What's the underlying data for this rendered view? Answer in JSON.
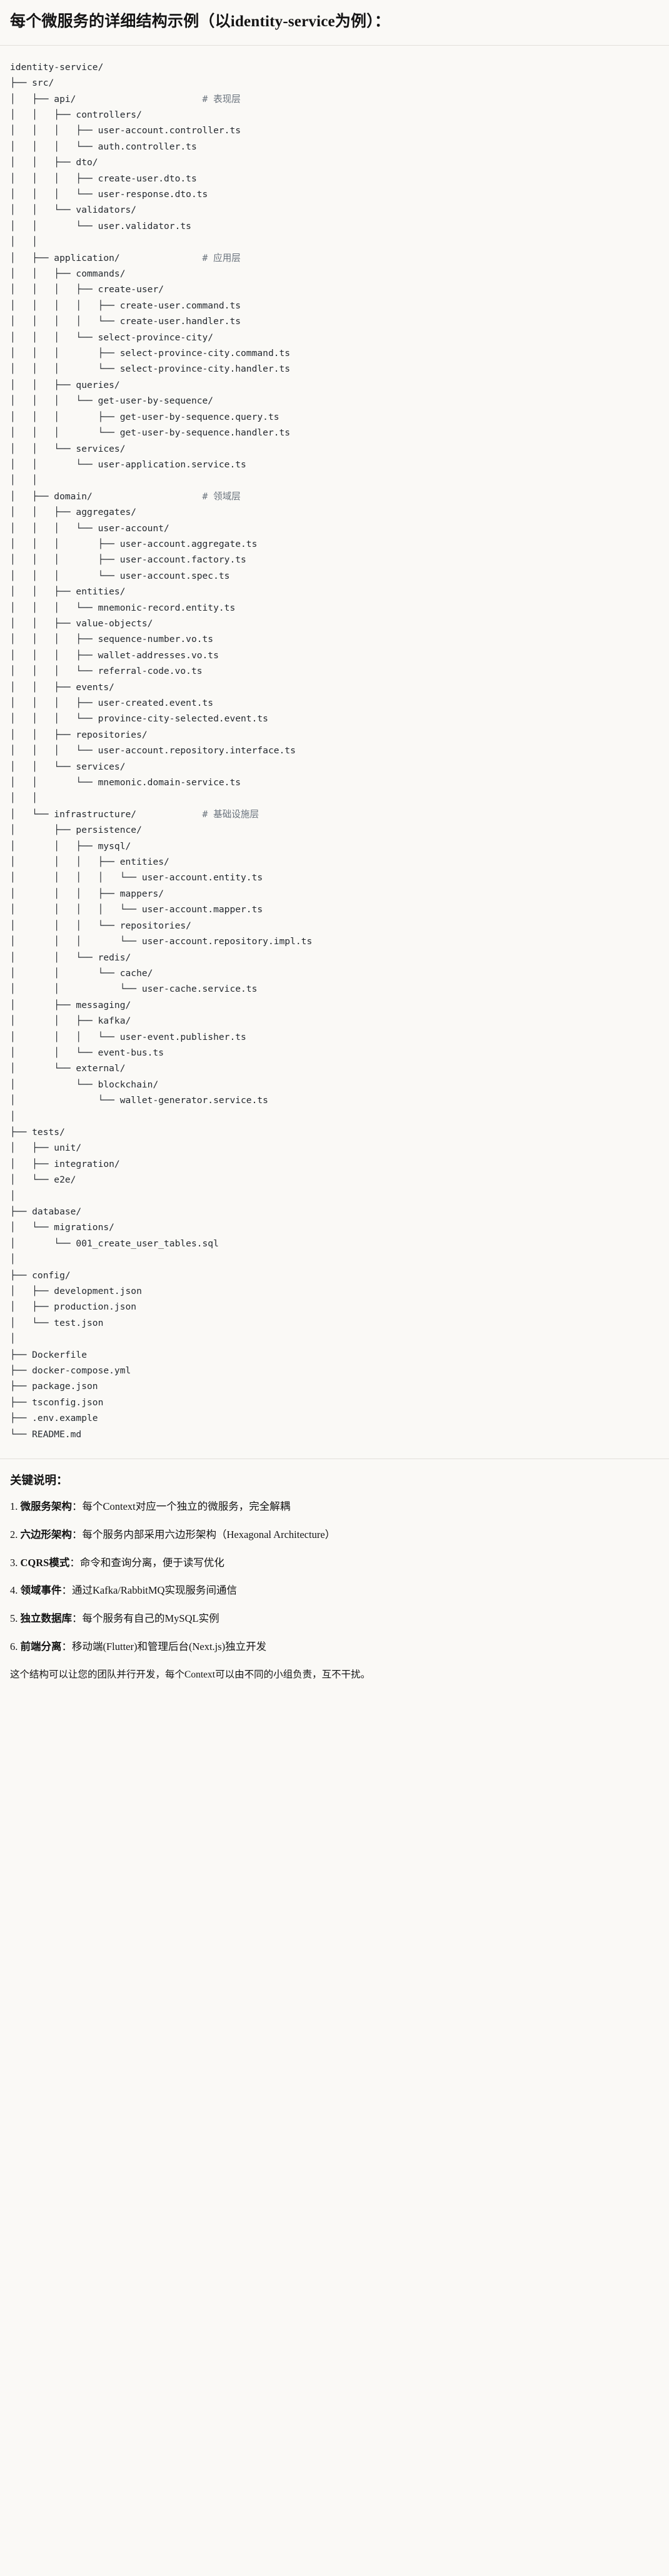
{
  "document": {
    "title": "每个微服务的详细结构示例（以identity-service为例）："
  },
  "tree": {
    "root": "identity-service/",
    "comments": {
      "api": "# 表现层",
      "application": "# 应用层",
      "domain": "# 领域层",
      "infrastructure": "# 基础设施层"
    },
    "lines": [
      {
        "text": "identity-service/",
        "comment": ""
      },
      {
        "text": "├── src/",
        "comment": ""
      },
      {
        "text": "│   ├── api/",
        "comment": "# 表现层"
      },
      {
        "text": "│   │   ├── controllers/",
        "comment": ""
      },
      {
        "text": "│   │   │   ├── user-account.controller.ts",
        "comment": ""
      },
      {
        "text": "│   │   │   └── auth.controller.ts",
        "comment": ""
      },
      {
        "text": "│   │   ├── dto/",
        "comment": ""
      },
      {
        "text": "│   │   │   ├── create-user.dto.ts",
        "comment": ""
      },
      {
        "text": "│   │   │   └── user-response.dto.ts",
        "comment": ""
      },
      {
        "text": "│   │   └── validators/",
        "comment": ""
      },
      {
        "text": "│   │       └── user.validator.ts",
        "comment": ""
      },
      {
        "text": "│   │",
        "comment": ""
      },
      {
        "text": "│   ├── application/",
        "comment": "# 应用层"
      },
      {
        "text": "│   │   ├── commands/",
        "comment": ""
      },
      {
        "text": "│   │   │   ├── create-user/",
        "comment": ""
      },
      {
        "text": "│   │   │   │   ├── create-user.command.ts",
        "comment": ""
      },
      {
        "text": "│   │   │   │   └── create-user.handler.ts",
        "comment": ""
      },
      {
        "text": "│   │   │   └── select-province-city/",
        "comment": ""
      },
      {
        "text": "│   │   │       ├── select-province-city.command.ts",
        "comment": ""
      },
      {
        "text": "│   │   │       └── select-province-city.handler.ts",
        "comment": ""
      },
      {
        "text": "│   │   ├── queries/",
        "comment": ""
      },
      {
        "text": "│   │   │   └── get-user-by-sequence/",
        "comment": ""
      },
      {
        "text": "│   │   │       ├── get-user-by-sequence.query.ts",
        "comment": ""
      },
      {
        "text": "│   │   │       └── get-user-by-sequence.handler.ts",
        "comment": ""
      },
      {
        "text": "│   │   └── services/",
        "comment": ""
      },
      {
        "text": "│   │       └── user-application.service.ts",
        "comment": ""
      },
      {
        "text": "│   │",
        "comment": ""
      },
      {
        "text": "│   ├── domain/",
        "comment": "# 领域层"
      },
      {
        "text": "│   │   ├── aggregates/",
        "comment": ""
      },
      {
        "text": "│   │   │   └── user-account/",
        "comment": ""
      },
      {
        "text": "│   │   │       ├── user-account.aggregate.ts",
        "comment": ""
      },
      {
        "text": "│   │   │       ├── user-account.factory.ts",
        "comment": ""
      },
      {
        "text": "│   │   │       └── user-account.spec.ts",
        "comment": ""
      },
      {
        "text": "│   │   ├── entities/",
        "comment": ""
      },
      {
        "text": "│   │   │   └── mnemonic-record.entity.ts",
        "comment": ""
      },
      {
        "text": "│   │   ├── value-objects/",
        "comment": ""
      },
      {
        "text": "│   │   │   ├── sequence-number.vo.ts",
        "comment": ""
      },
      {
        "text": "│   │   │   ├── wallet-addresses.vo.ts",
        "comment": ""
      },
      {
        "text": "│   │   │   └── referral-code.vo.ts",
        "comment": ""
      },
      {
        "text": "│   │   ├── events/",
        "comment": ""
      },
      {
        "text": "│   │   │   ├── user-created.event.ts",
        "comment": ""
      },
      {
        "text": "│   │   │   └── province-city-selected.event.ts",
        "comment": ""
      },
      {
        "text": "│   │   ├── repositories/",
        "comment": ""
      },
      {
        "text": "│   │   │   └── user-account.repository.interface.ts",
        "comment": ""
      },
      {
        "text": "│   │   └── services/",
        "comment": ""
      },
      {
        "text": "│   │       └── mnemonic.domain-service.ts",
        "comment": ""
      },
      {
        "text": "│   │",
        "comment": ""
      },
      {
        "text": "│   └── infrastructure/",
        "comment": "# 基础设施层"
      },
      {
        "text": "│       ├── persistence/",
        "comment": ""
      },
      {
        "text": "│       │   ├── mysql/",
        "comment": ""
      },
      {
        "text": "│       │   │   ├── entities/",
        "comment": ""
      },
      {
        "text": "│       │   │   │   └── user-account.entity.ts",
        "comment": ""
      },
      {
        "text": "│       │   │   ├── mappers/",
        "comment": ""
      },
      {
        "text": "│       │   │   │   └── user-account.mapper.ts",
        "comment": ""
      },
      {
        "text": "│       │   │   └── repositories/",
        "comment": ""
      },
      {
        "text": "│       │   │       └── user-account.repository.impl.ts",
        "comment": ""
      },
      {
        "text": "│       │   └── redis/",
        "comment": ""
      },
      {
        "text": "│       │       └── cache/",
        "comment": ""
      },
      {
        "text": "│       │           └── user-cache.service.ts",
        "comment": ""
      },
      {
        "text": "│       ├── messaging/",
        "comment": ""
      },
      {
        "text": "│       │   ├── kafka/",
        "comment": ""
      },
      {
        "text": "│       │   │   └── user-event.publisher.ts",
        "comment": ""
      },
      {
        "text": "│       │   └── event-bus.ts",
        "comment": ""
      },
      {
        "text": "│       └── external/",
        "comment": ""
      },
      {
        "text": "│           └── blockchain/",
        "comment": ""
      },
      {
        "text": "│               └── wallet-generator.service.ts",
        "comment": ""
      },
      {
        "text": "│",
        "comment": ""
      },
      {
        "text": "├── tests/",
        "comment": ""
      },
      {
        "text": "│   ├── unit/",
        "comment": ""
      },
      {
        "text": "│   ├── integration/",
        "comment": ""
      },
      {
        "text": "│   └── e2e/",
        "comment": ""
      },
      {
        "text": "│",
        "comment": ""
      },
      {
        "text": "├── database/",
        "comment": ""
      },
      {
        "text": "│   └── migrations/",
        "comment": ""
      },
      {
        "text": "│       └── 001_create_user_tables.sql",
        "comment": ""
      },
      {
        "text": "│",
        "comment": ""
      },
      {
        "text": "├── config/",
        "comment": ""
      },
      {
        "text": "│   ├── development.json",
        "comment": ""
      },
      {
        "text": "│   ├── production.json",
        "comment": ""
      },
      {
        "text": "│   └── test.json",
        "comment": ""
      },
      {
        "text": "│",
        "comment": ""
      },
      {
        "text": "├── Dockerfile",
        "comment": ""
      },
      {
        "text": "├── docker-compose.yml",
        "comment": ""
      },
      {
        "text": "├── package.json",
        "comment": ""
      },
      {
        "text": "├── tsconfig.json",
        "comment": ""
      },
      {
        "text": "├── .env.example",
        "comment": ""
      },
      {
        "text": "└── README.md",
        "comment": ""
      }
    ]
  },
  "notes": {
    "title": "关键说明：",
    "items": [
      {
        "num": "1.",
        "label": "微服务架构",
        "sep": "：",
        "text": "每个Context对应一个独立的微服务，完全解耦"
      },
      {
        "num": "2.",
        "label": "六边形架构",
        "sep": "：",
        "text": "每个服务内部采用六边形架构（Hexagonal Architecture）"
      },
      {
        "num": "3.",
        "label": "CQRS模式",
        "sep": "：",
        "text": "命令和查询分离，便于读写优化"
      },
      {
        "num": "4.",
        "label": "领域事件",
        "sep": "：",
        "text": "通过Kafka/RabbitMQ实现服务间通信"
      },
      {
        "num": "5.",
        "label": "独立数据库",
        "sep": "：",
        "text": "每个服务有自己的MySQL实例"
      },
      {
        "num": "6.",
        "label": "前端分离",
        "sep": "：",
        "text": "移动端(Flutter)和管理后台(Next.js)独立开发"
      }
    ],
    "closing": "这个结构可以让您的团队并行开发，每个Context可以由不同的小组负责，互不干扰。"
  },
  "colors": {
    "background": "#faf9f6",
    "text": "#141414",
    "code_text": "#24292f",
    "comment_text": "#6a737d",
    "rule": "#e2e0db"
  }
}
